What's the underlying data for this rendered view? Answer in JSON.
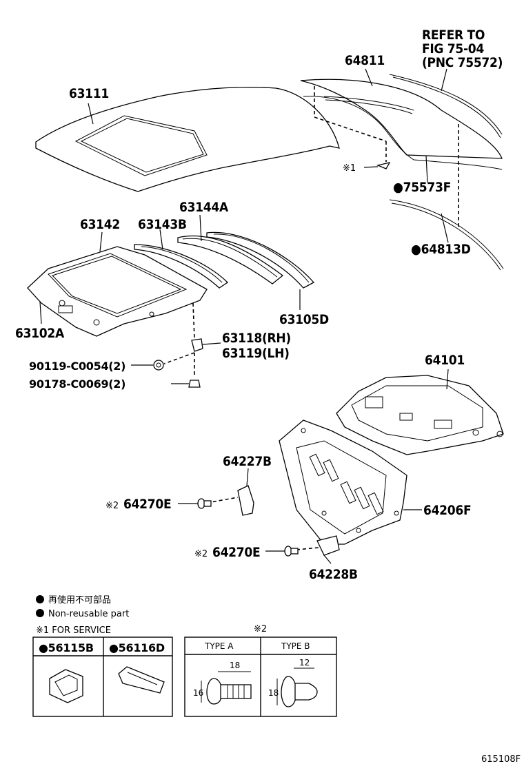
{
  "diagram_code": "615108F",
  "callouts": {
    "roof_panel": "63111",
    "back_glass_panel": "64811",
    "refer_line1": "REFER TO",
    "refer_line2": "FIG 75-04",
    "refer_line3": "(PNC 75572)",
    "mark_note1": "※1",
    "moulding_f": "●75573F",
    "moulding_d": "●64813D",
    "reinforcement_a": "63144A",
    "reinforcement_b": "63143B",
    "panel_sunroof": "63142",
    "roof_inner": "63102A",
    "rail_d": "63105D",
    "bracket_rh": "63118(RH)",
    "bracket_lh": "63119(LH)",
    "bolt": "90119-C0054(2)",
    "nut": "90178-C0069(2)",
    "package_tray": "64101",
    "bracket_227": "64227B",
    "clip_mark_a": "※2",
    "clip_a": "64270E",
    "panel_206": "64206F",
    "clip_mark_b": "※2",
    "clip_b": "64270E",
    "bracket_228": "64228B"
  },
  "legend": {
    "jp": "再使用不可部品",
    "en": "Non-reusable part"
  },
  "service": {
    "title": "※1 FOR SERVICE",
    "part1": "●56115B",
    "part2": "●56116D"
  },
  "types": {
    "mark": "※2",
    "type_a": "TYPE A",
    "type_b": "TYPE B",
    "a_width": "18",
    "a_height": "16",
    "b_width": "12",
    "b_height": "18"
  }
}
